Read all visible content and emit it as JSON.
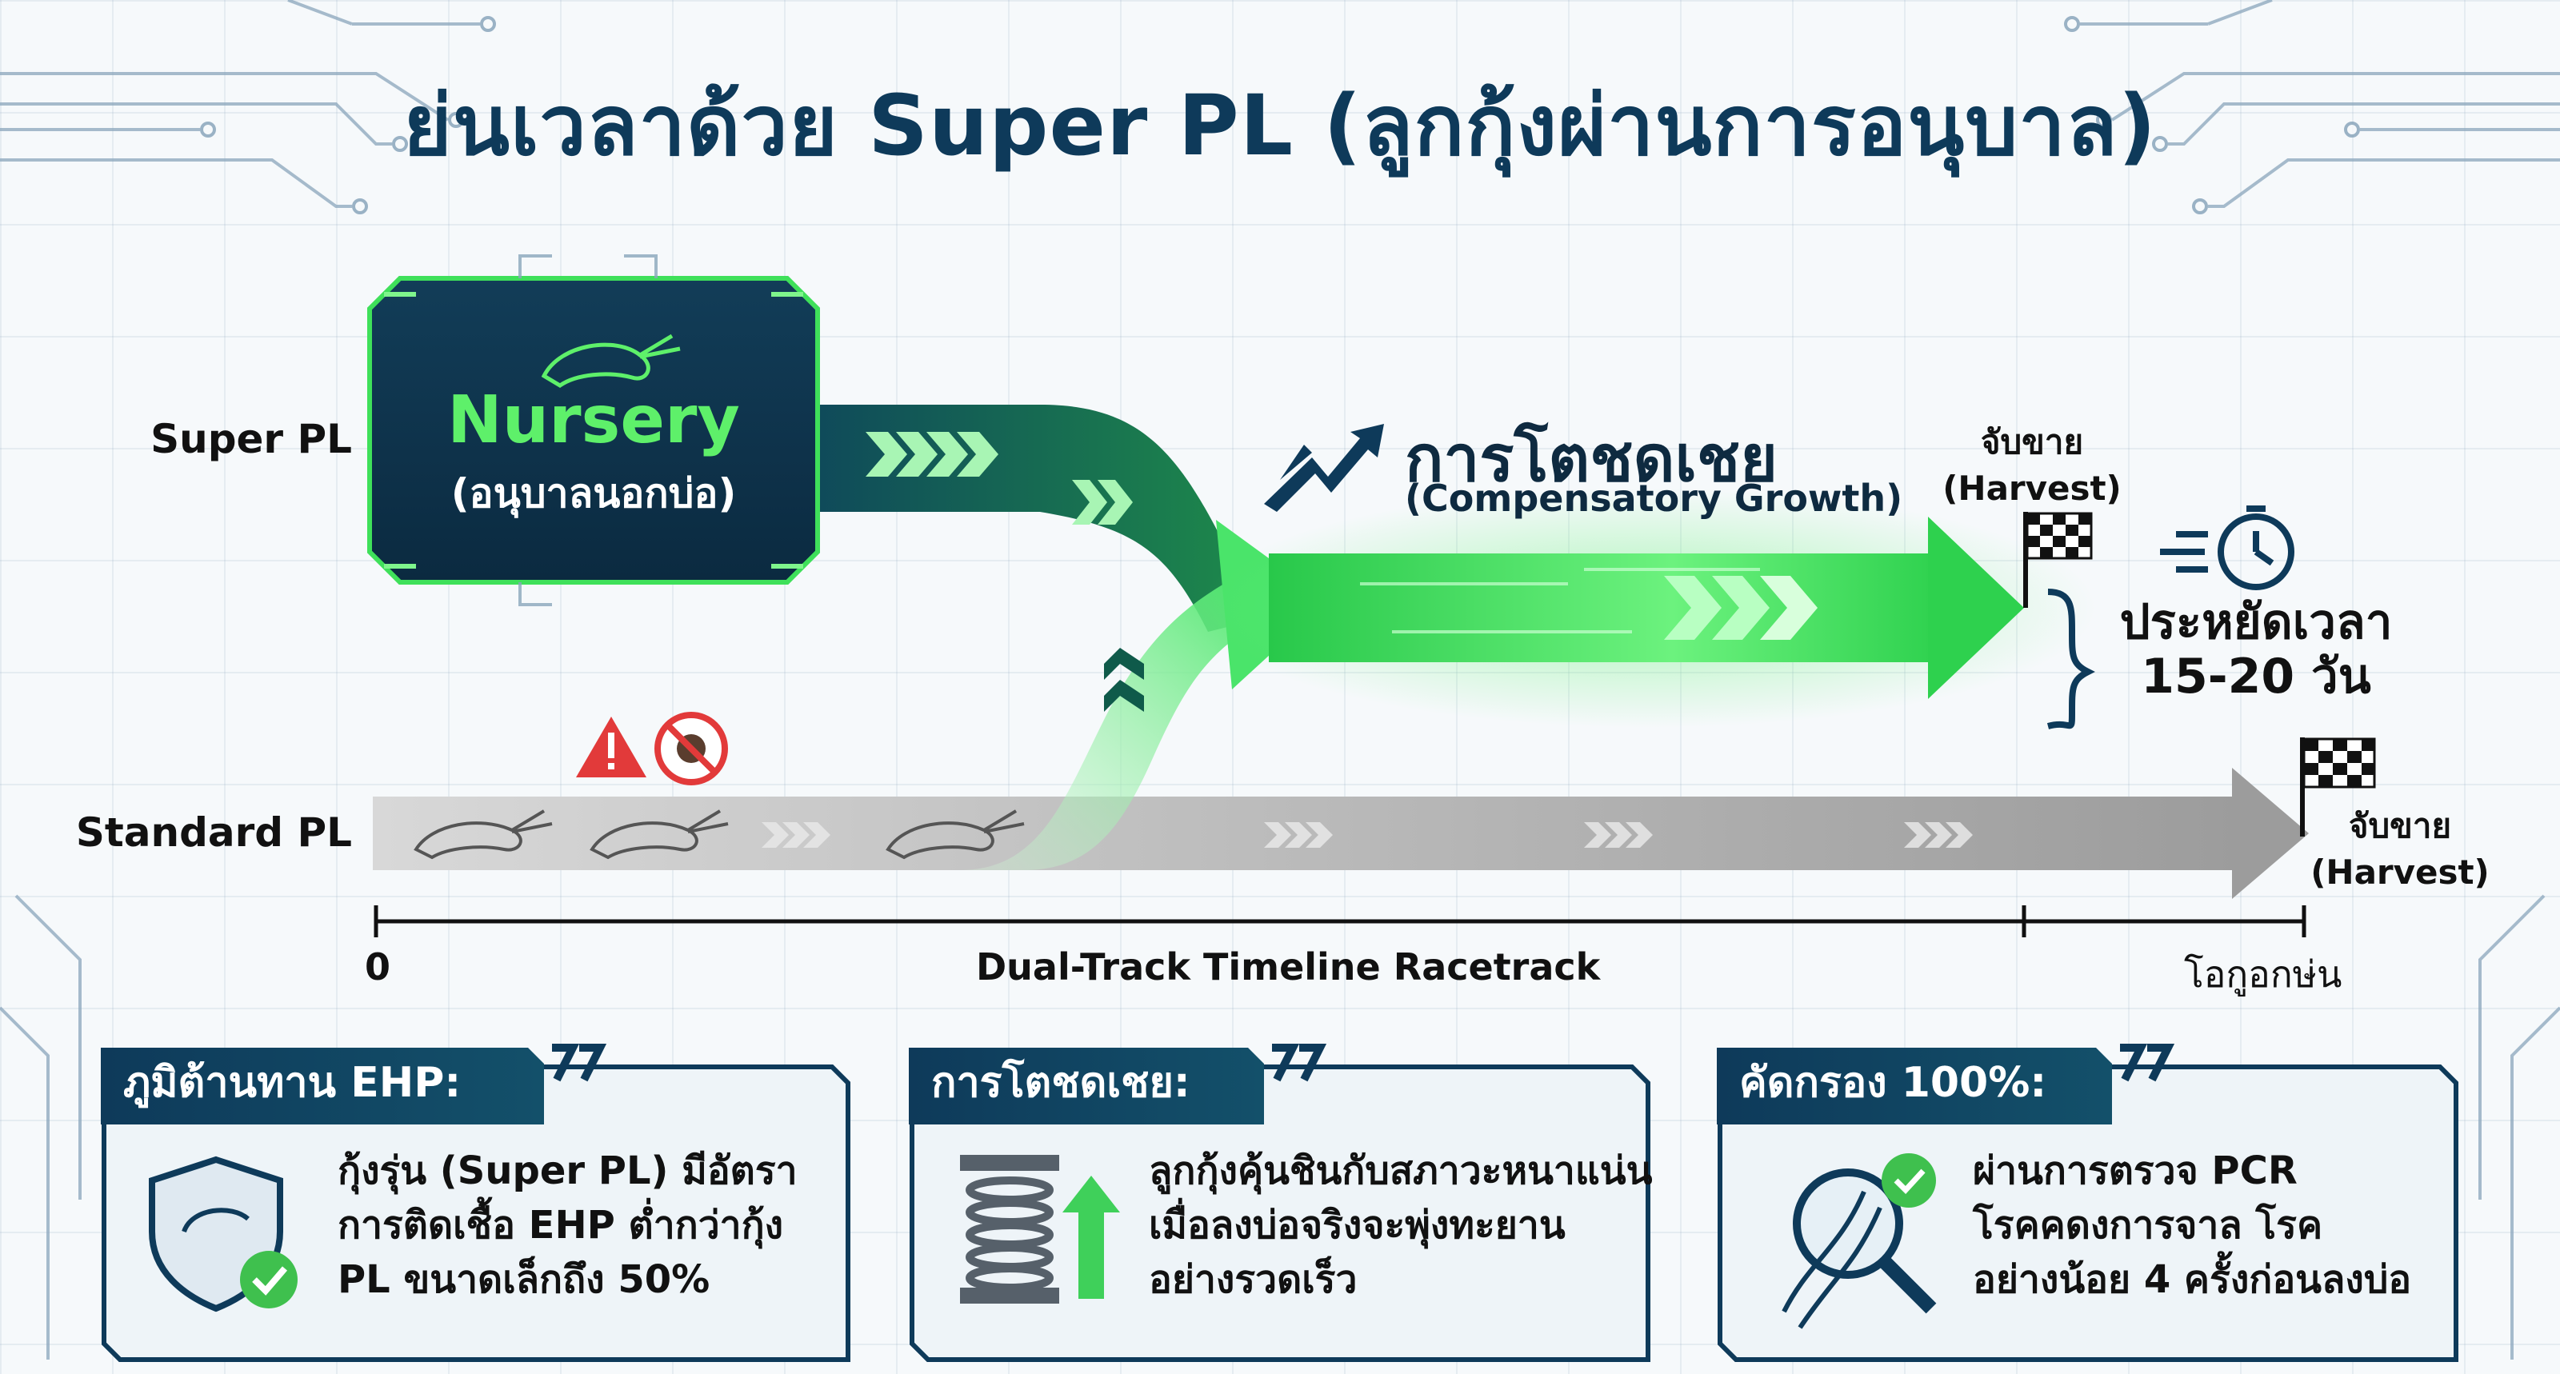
{
  "title": "ย่นเวลาด้วย Super PL (ลูกกุ้งผ่านการอนุบาล)",
  "tracks": {
    "super_label": "Super PL",
    "standard_label": "Standard PL"
  },
  "nursery": {
    "title": "Nursery",
    "subtitle": "(อนุบาลนอกบ่อ)"
  },
  "compensatory": {
    "title": "การโตชดเชย",
    "subtitle": "(Compensatory Growth)"
  },
  "harvest_super": {
    "label_th": "จับขาย",
    "label_en": "(Harvest)"
  },
  "harvest_standard": {
    "label_th": "จับขาย",
    "label_en": "(Harvest)"
  },
  "saving": {
    "line1": "ประหยัดเวลา",
    "line2": "15-20 วัน"
  },
  "timeline": {
    "start": "0",
    "name": "Dual-Track Timeline Racetrack",
    "end": "โอกูอกษ่น"
  },
  "icons": {
    "warning": "warning-icon",
    "virus": "virus-icon",
    "shrimp": "shrimp-icon",
    "growth": "growth-arrow-icon",
    "flag": "checkered-flag-icon",
    "stopwatch": "stopwatch-icon",
    "shield": "shield-icon",
    "spring": "spring-icon",
    "dna": "dna-magnifier-icon"
  },
  "colors": {
    "navy": "#0e3a5a",
    "green": "#3fe05a",
    "gray": "#a6a6a6",
    "red": "#e23a3a"
  },
  "cards": [
    {
      "header": "ภูมิต้านทาน EHP:",
      "lines": [
        "กุ้งรุ่น (Super PL) มีอัตรา",
        "การติดเชื้อ EHP ต่ำกว่ากุ้ง",
        "PL ขนาดเล็กถึง 50%"
      ]
    },
    {
      "header": "การโตชดเชย:",
      "lines": [
        "ลูกกุ้งคุ้นชินกับสภาวะหนาแน่น",
        "เมื่อลงบ่อจริงจะพุ่งทะยาน",
        "อย่างรวดเร็ว"
      ]
    },
    {
      "header": "คัดกรอง 100%:",
      "lines": [
        "ผ่านการตรวจ PCR",
        "โรคคดงการจาล โรค",
        "อย่างน้อย 4 ครั้งก่อนลงบ่อ"
      ]
    }
  ]
}
